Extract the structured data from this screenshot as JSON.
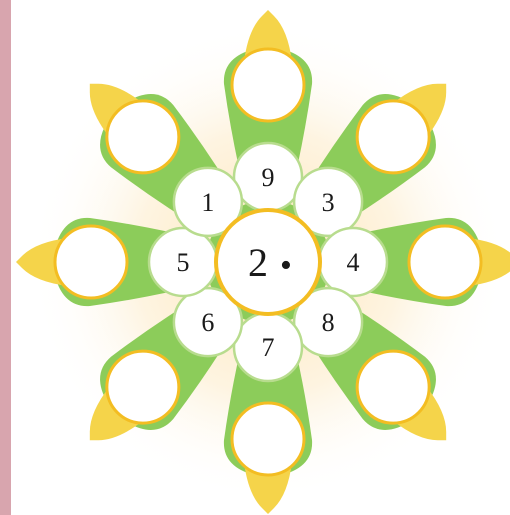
{
  "colors": {
    "left_bar": "#d8a5ae",
    "glow": "#fde3b0",
    "petal_green": "#8ccc5a",
    "petal_yellow": "#f5d44a",
    "ring_gold": "#f3bd22",
    "inner_ring_green": "#b8dc8e",
    "fill": "#ffffff",
    "text": "#1a1a1a"
  },
  "center": {
    "label": "2",
    "marker": "•"
  },
  "inner_circles": [
    {
      "id": "top",
      "label": "9"
    },
    {
      "id": "top-right",
      "label": "3"
    },
    {
      "id": "right",
      "label": "4"
    },
    {
      "id": "bottom-right",
      "label": "8"
    },
    {
      "id": "bottom",
      "label": "7"
    },
    {
      "id": "bottom-left",
      "label": "6"
    },
    {
      "id": "left",
      "label": "5"
    },
    {
      "id": "top-left",
      "label": "1"
    }
  ],
  "outer_circles": [
    {
      "id": "top",
      "label": ""
    },
    {
      "id": "top-right",
      "label": ""
    },
    {
      "id": "right",
      "label": ""
    },
    {
      "id": "bottom-right",
      "label": ""
    },
    {
      "id": "bottom",
      "label": ""
    },
    {
      "id": "bottom-left",
      "label": ""
    },
    {
      "id": "left",
      "label": ""
    },
    {
      "id": "top-left",
      "label": ""
    }
  ]
}
